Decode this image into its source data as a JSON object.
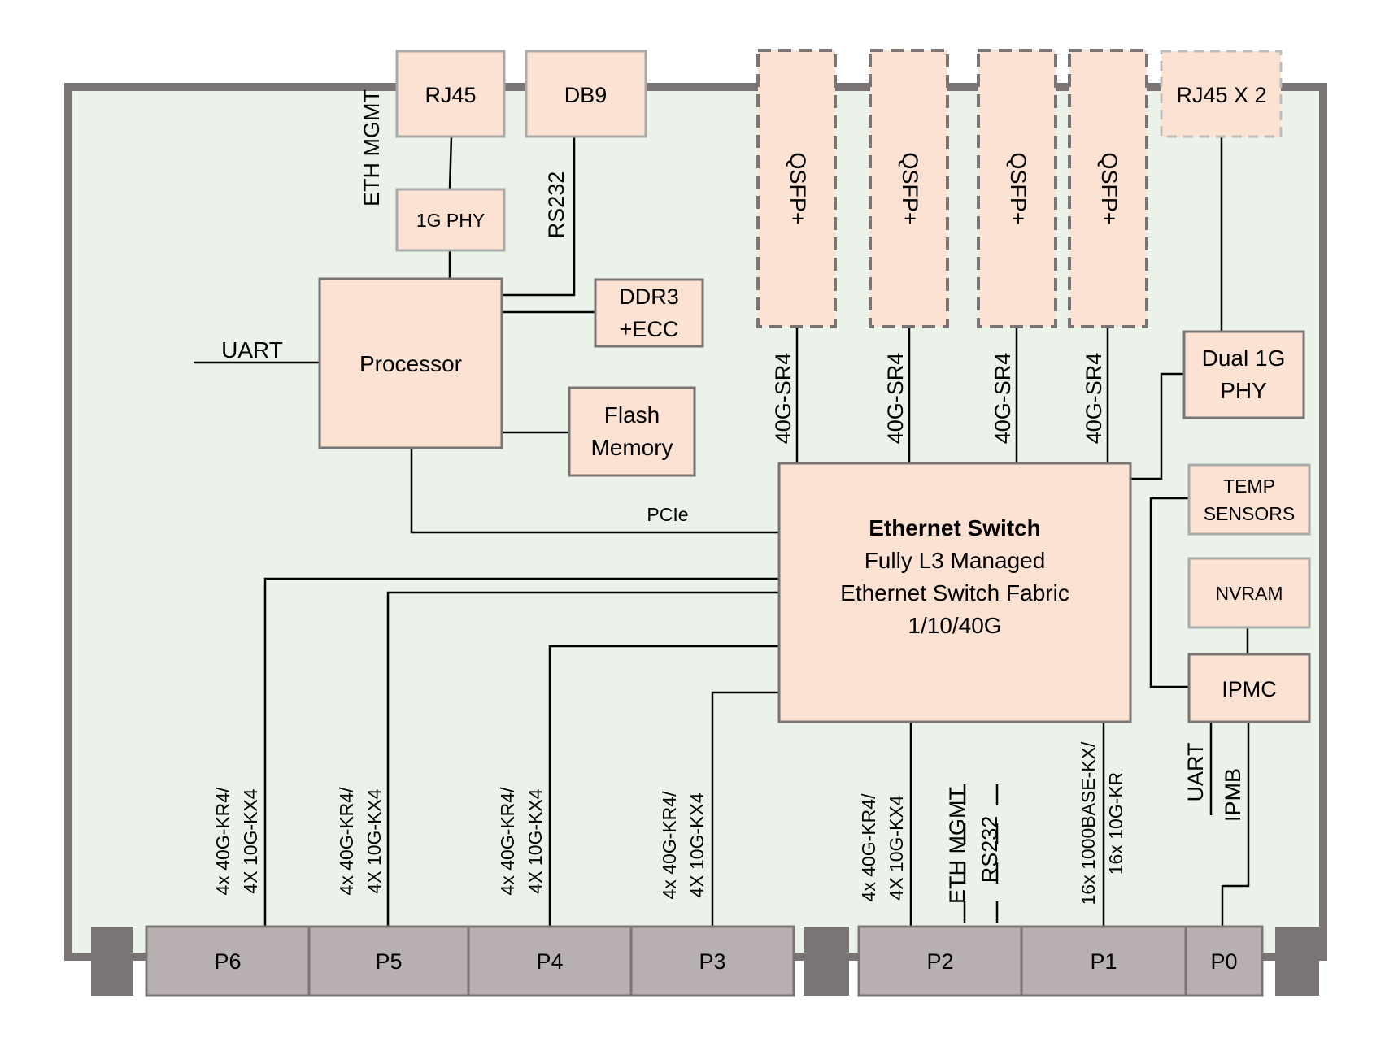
{
  "connectors_top": {
    "rj45": "RJ45",
    "db9": "DB9",
    "rj45x2": "RJ45 X 2",
    "qsfp": [
      "QSFP+",
      "QSFP+",
      "QSFP+",
      "QSFP+"
    ]
  },
  "blocks": {
    "phy_1g": "1G PHY",
    "processor": "Processor",
    "ddr3_line1": "DDR3",
    "ddr3_line2": "+ECC",
    "flash_line1": "Flash",
    "flash_line2": "Memory",
    "dual_phy_line1": "Dual 1G",
    "dual_phy_line2": "PHY",
    "temp_line1": "TEMP",
    "temp_line2": "SENSORS",
    "nvram": "NVRAM",
    "ipmc": "IPMC",
    "switch_title": "Ethernet Switch",
    "switch_line1": "Fully L3 Managed",
    "switch_line2": "Ethernet Switch Fabric",
    "switch_line3": "1/10/40G"
  },
  "signals": {
    "eth_mgmt": "ETH MGMT",
    "rs232": "RS232",
    "uart": "UART",
    "pcie": "PCIe",
    "sr4": [
      "40G-SR4",
      "40G-SR4",
      "40G-SR4",
      "40G-SR4"
    ],
    "kr4_line1": "4x 40G-KR4/",
    "kx4_line2": "4X 10G-KX4",
    "p2_eth_mgmt": "ETH MGMT",
    "p2_rs232": "RS232",
    "p1_line1": "16x 1000BASE-KX/",
    "p1_line2": "16x 10G-KR",
    "p0_uart": "UART",
    "p0_ipmb": "IPMB"
  },
  "backplane": {
    "p6": "P6",
    "p5": "P5",
    "p4": "P4",
    "p3": "P3",
    "p2": "P2",
    "p1": "P1",
    "p0": "P0"
  },
  "colors": {
    "board": "#eaf2e9",
    "board_border": "#7a7474",
    "block_fill": "#fbe2d2",
    "connector_fill": "#b8b0b0"
  }
}
